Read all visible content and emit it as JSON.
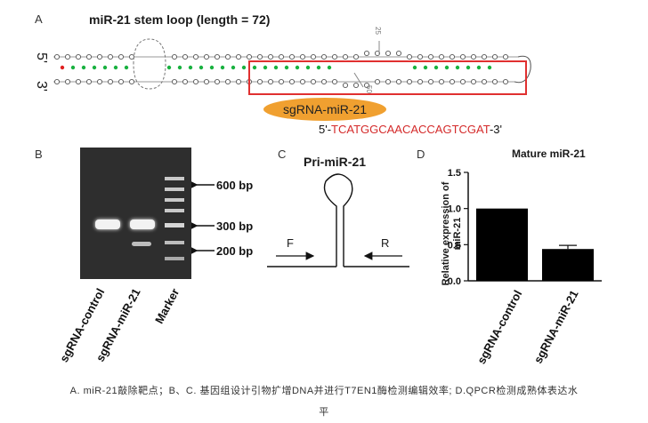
{
  "panel_a": {
    "letter": "A",
    "title": "miR-21 stem loop (length = 72)",
    "end5": "5'",
    "end3": "3'",
    "mark_25": "25",
    "mark_50": "50",
    "sgrna_label": "sgRNA-miR-21",
    "seq_prefix": "5'-",
    "seq_target": "TCATGGCAACACCAGTCGAT",
    "seq_suffix": "-3'"
  },
  "panel_b": {
    "letter": "B",
    "markers": [
      "600 bp",
      "300 bp",
      "200 bp"
    ],
    "lanes": [
      "sgRNA-control",
      "sgRNA-miR-21",
      "Marker"
    ]
  },
  "panel_c": {
    "letter": "C",
    "title": "Pri-miR-21",
    "primer_f": "F",
    "primer_r": "R"
  },
  "panel_d": {
    "letter": "D",
    "chart_data": {
      "type": "bar",
      "title": "Mature miR-21",
      "ylabel": "Relative expression of miR-21",
      "ylabel_lines": [
        "Relative expression of",
        "miR-21"
      ],
      "categories": [
        "sgRNA-control",
        "sgRNA-miR-21"
      ],
      "values": [
        1.0,
        0.44
      ],
      "errors": [
        0,
        0.05
      ],
      "ylim": [
        0,
        1.5
      ],
      "yticks": [
        "0.0",
        "0.5",
        "1.0",
        "1.5"
      ],
      "bar_color": "#000000"
    }
  },
  "caption": {
    "line1": "A. miR-21敲除靶点；B、C. 基因组设计引物扩增DNA并进行T7EN1酶检测编辑效率; D.QPCR检测成熟体表达水",
    "line2": "平"
  }
}
